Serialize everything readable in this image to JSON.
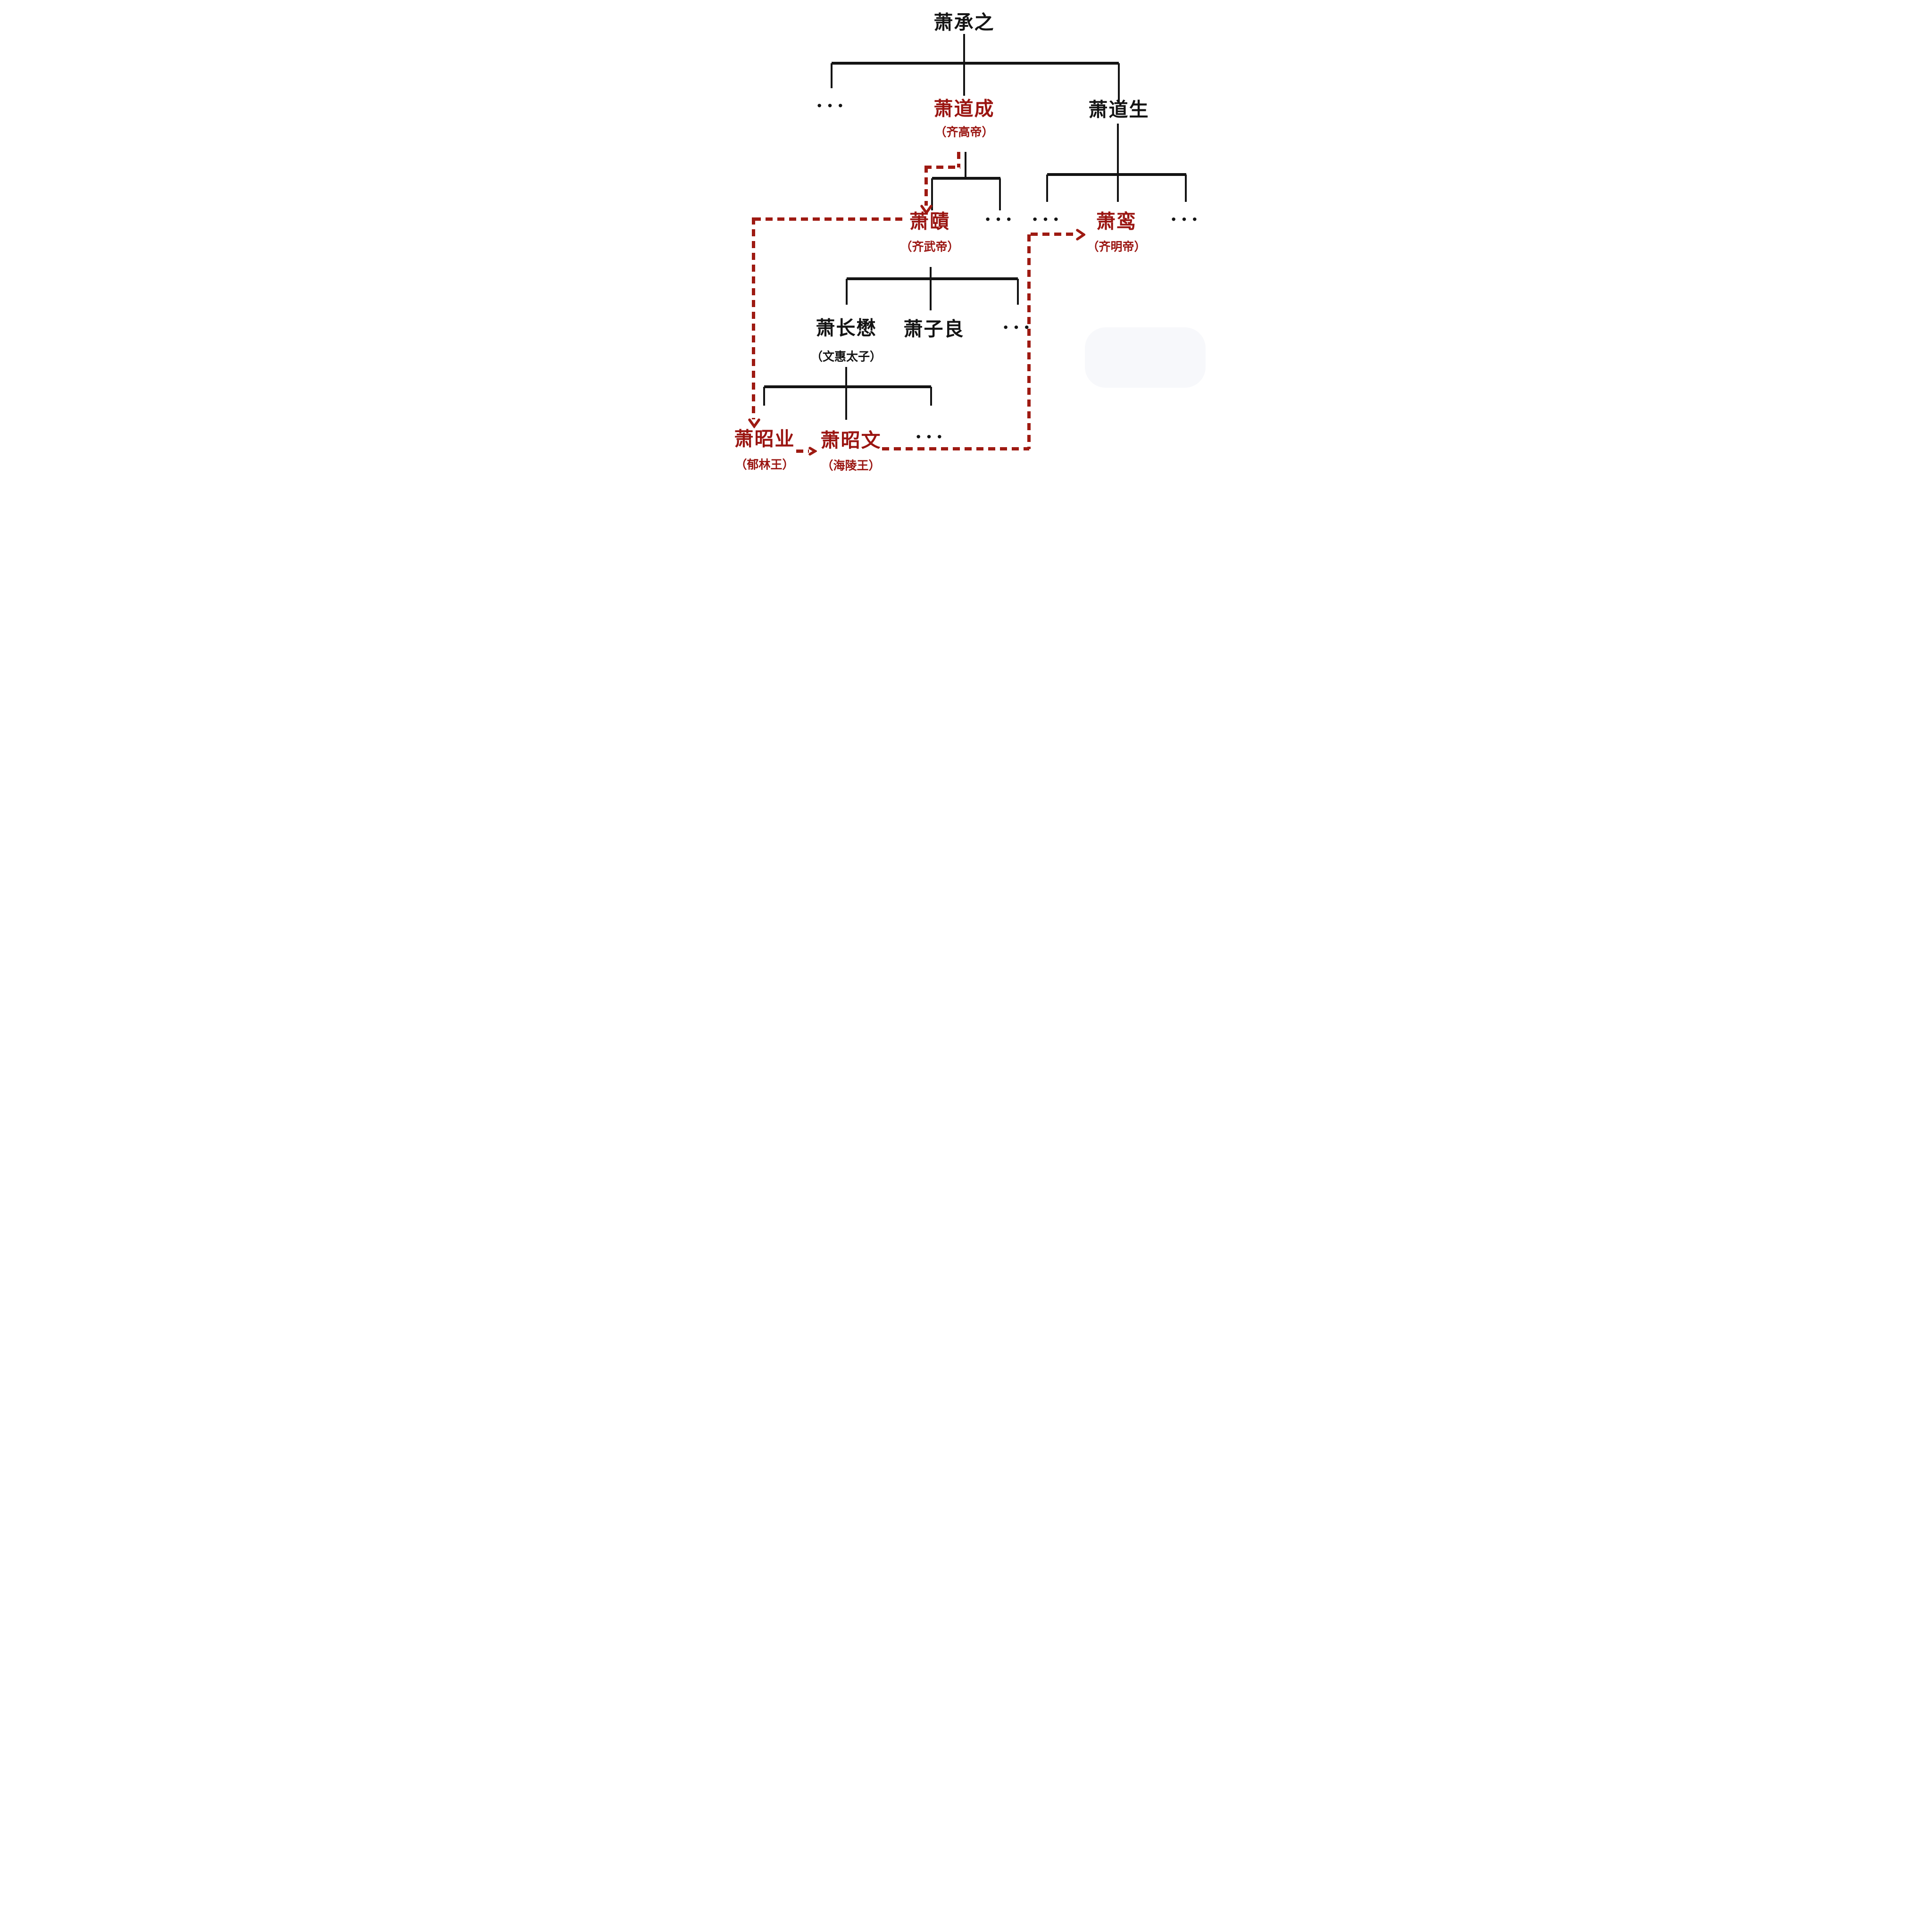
{
  "figure_type": "family-tree-diagram",
  "language": "zh",
  "colors": {
    "background": "#ffffff",
    "black_text_and_lines": "#141414",
    "red_text": "#9a1511",
    "red_dashed_line": "#9e1a12"
  },
  "tree": {
    "nodes": [
      {
        "id": "xiao-chengzhi",
        "name": "萧承之",
        "subtitle": "",
        "generation": 1,
        "color": "black"
      },
      {
        "id": "ellipsis-gen2-left",
        "name": "···",
        "subtitle": "",
        "generation": 2,
        "color": "black"
      },
      {
        "id": "xiao-daocheng",
        "name": "萧道成",
        "subtitle": "（齐高帝）",
        "generation": 2,
        "color": "red"
      },
      {
        "id": "xiao-daosheng",
        "name": "萧道生",
        "subtitle": "",
        "generation": 2,
        "color": "black"
      },
      {
        "id": "xiao-ze",
        "name": "萧賾",
        "subtitle": "（齐武帝）",
        "generation": 3,
        "color": "red"
      },
      {
        "id": "ellipsis-daocheng-children",
        "name": "···",
        "subtitle": "",
        "generation": 3,
        "color": "black"
      },
      {
        "id": "ellipsis-daosheng-children-left",
        "name": "···",
        "subtitle": "",
        "generation": 3,
        "color": "black"
      },
      {
        "id": "xiao-luan",
        "name": "萧鸾",
        "subtitle": "（齐明帝）",
        "generation": 3,
        "color": "red"
      },
      {
        "id": "ellipsis-daosheng-children-right",
        "name": "···",
        "subtitle": "",
        "generation": 3,
        "color": "black"
      },
      {
        "id": "xiao-changmao",
        "name": "萧长懋",
        "subtitle": "（文惠太子）",
        "generation": 4,
        "color": "black"
      },
      {
        "id": "xiao-ziliang",
        "name": "萧子良",
        "subtitle": "",
        "generation": 4,
        "color": "black"
      },
      {
        "id": "ellipsis-ze-children",
        "name": "···",
        "subtitle": "",
        "generation": 4,
        "color": "black"
      },
      {
        "id": "xiao-zhaoye",
        "name": "萧昭业",
        "subtitle": "（郁林王）",
        "generation": 5,
        "color": "red"
      },
      {
        "id": "xiao-zhaowen",
        "name": "萧昭文",
        "subtitle": "（海陵王）",
        "generation": 5,
        "color": "red"
      },
      {
        "id": "ellipsis-changmao-children",
        "name": "···",
        "subtitle": "",
        "generation": 5,
        "color": "black"
      }
    ],
    "parent_child_edges_black_solid": [
      {
        "parent": "萧承之",
        "children": [
          "···",
          "萧道成",
          "萧道生"
        ]
      },
      {
        "parent": "萧道成",
        "children": [
          "萧賾",
          "···"
        ]
      },
      {
        "parent": "萧道生",
        "children": [
          "···",
          "萧鸾",
          "···"
        ]
      },
      {
        "parent": "萧賾",
        "children": [
          "萧长懋",
          "萧子良",
          "···"
        ]
      },
      {
        "parent": "萧长懋",
        "children": [
          "萧昭业",
          "萧昭文",
          "···"
        ]
      }
    ],
    "succession_arrows_red_dashed": [
      {
        "from": "萧道成",
        "to": "萧賾"
      },
      {
        "from": "萧賾",
        "to": "萧昭业"
      },
      {
        "from": "萧昭业",
        "to": "萧昭文"
      },
      {
        "from": "萧昭文",
        "to": "萧鸾"
      }
    ]
  }
}
